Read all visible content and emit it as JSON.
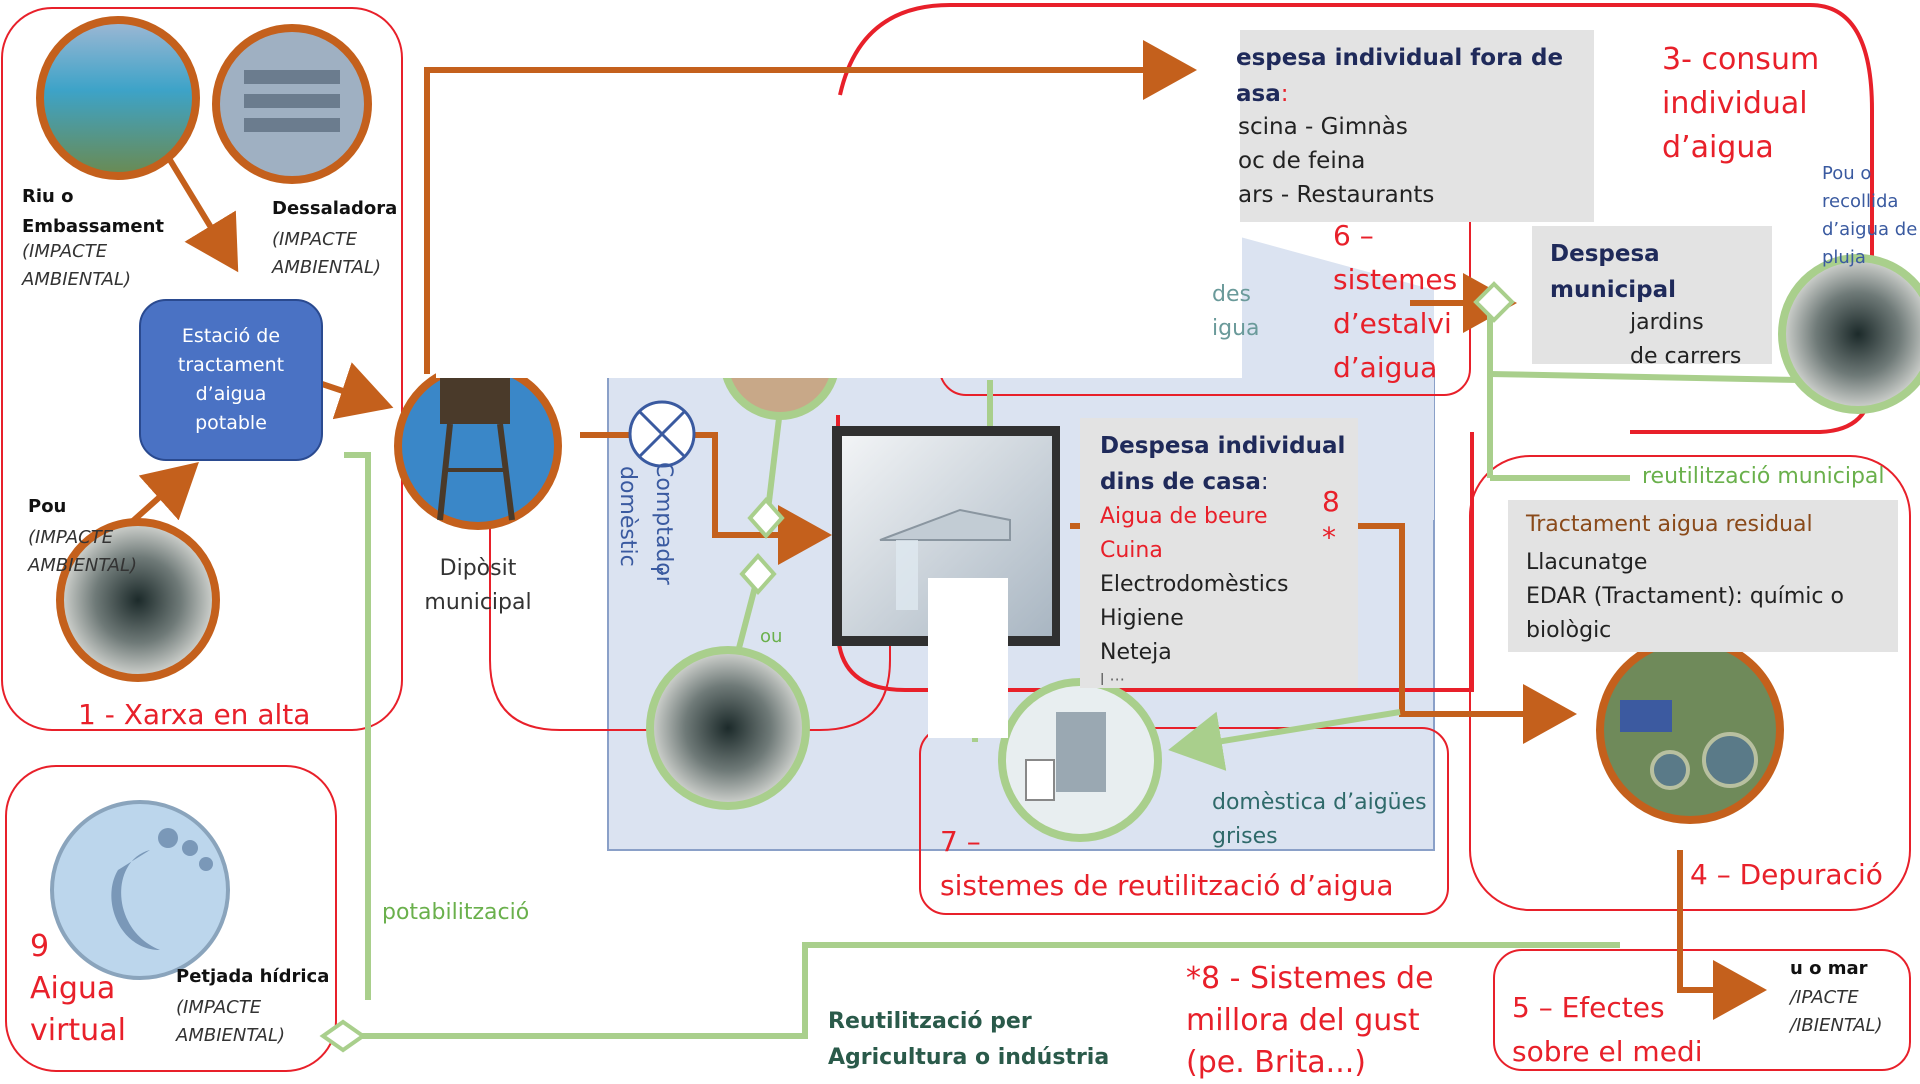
{
  "colors": {
    "red_border": "#e8202a",
    "brown_arrow": "#c4601c",
    "green_arrow": "#a9cf8c",
    "blue_node": "#4a72c4",
    "pale_blue_bg": "#dbe3f1",
    "gray_box": "#e3e3e3"
  },
  "zones": {
    "z1": "1 - Xarxa en alta",
    "z3": "3- consum\nindividual\nd’aigua",
    "z4": "4 – Depuració",
    "z5": "5 – Efectes\nsobre el medi",
    "z6": "6 –\nsistemes\nd’estalvi\nd’aigua",
    "z7": "7 –\nsistemes de reutilització d’aigua",
    "z8_marker": "8\n*",
    "z8_note": "*8 - Sistemes de\nmillora del gust\n(pe. Brita...)",
    "z9": "9\nAigua\nvirtual"
  },
  "sources": {
    "riu_name": "Riu o\nEmbassament",
    "riu_impact": "(IMPACTE\nAMBIENTAL)",
    "dess_name": "Dessaladora",
    "dess_impact": "(IMPACTE\nAMBIENTAL)",
    "pou_name": "Pou",
    "pou_impact": "(IMPACTE\nAMBIENTAL)"
  },
  "nodes": {
    "etap": "Estació de\ntractament\nd’aigua\npotable",
    "diposit": "Dipòsit\nmunicipal",
    "comptador": "Comptador",
    "domestic": "domèstic",
    "r_fragment": "r",
    "pou_small": "ou",
    "petjada_name": "Petjada hídrica",
    "petjada_impact": "(IMPACTE\nAMBIENTAL)",
    "pou_recollida": "Pou o\nrecollida\nd’aigua de\npluja",
    "mar_name": "u o mar",
    "mar_impact": "/IPACTE\n/IBIENTAL)"
  },
  "boxes": {
    "fora_title": "espesa individual fora de\nasa",
    "fora_colon": ":",
    "fora_items": "scina - Gimnàs\noc de feina\nars - Restaurants",
    "municipal_title": "Despesa\nmunicipal",
    "municipal_items": "jardins\nde carrers",
    "dins_title": "Despesa individual\ndins de casa",
    "dins_colon": ":",
    "dins_red": "Aigua de beure\nCuina",
    "dins_items": "Electrodomèstics\nHigiene\nNeteja",
    "dins_cut": "l  ···",
    "residual_title": "Tractament aigua residual",
    "residual_items": "Llacunatge\nEDAR (Tractament): químic  o\nbiològic",
    "des_fragment": "des\nigua",
    "grises": "domèstica d’aigües\ngrises"
  },
  "labels": {
    "potabilitzacio": "potabilització",
    "reutilitzacio_municipal": "reutilització municipal",
    "reutilitzacio_agri": "Reutilització per\nAgricultura  o indústria"
  }
}
